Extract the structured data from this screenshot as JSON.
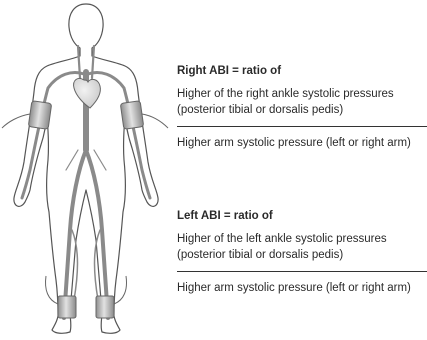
{
  "right_abi": {
    "heading": "Right ABI = ratio of",
    "numerator_line1": "Higher of the right ankle systolic pressures",
    "numerator_line2": "(posterior tibial or dorsalis pedis)",
    "denominator": "Higher arm systolic pressure (left or right arm)"
  },
  "left_abi": {
    "heading": "Left ABI = ratio of",
    "numerator_line1": "Higher of the left ankle systolic pressures",
    "numerator_line2": "(posterior tibial or dorsalis pedis)",
    "denominator": "Higher arm systolic pressure (left or right arm)"
  },
  "colors": {
    "outline": "#555555",
    "vessel": "#8a8a8a",
    "heart": "#dcdcdc",
    "cuff": "#b8b8b8",
    "rule": "#333333"
  }
}
